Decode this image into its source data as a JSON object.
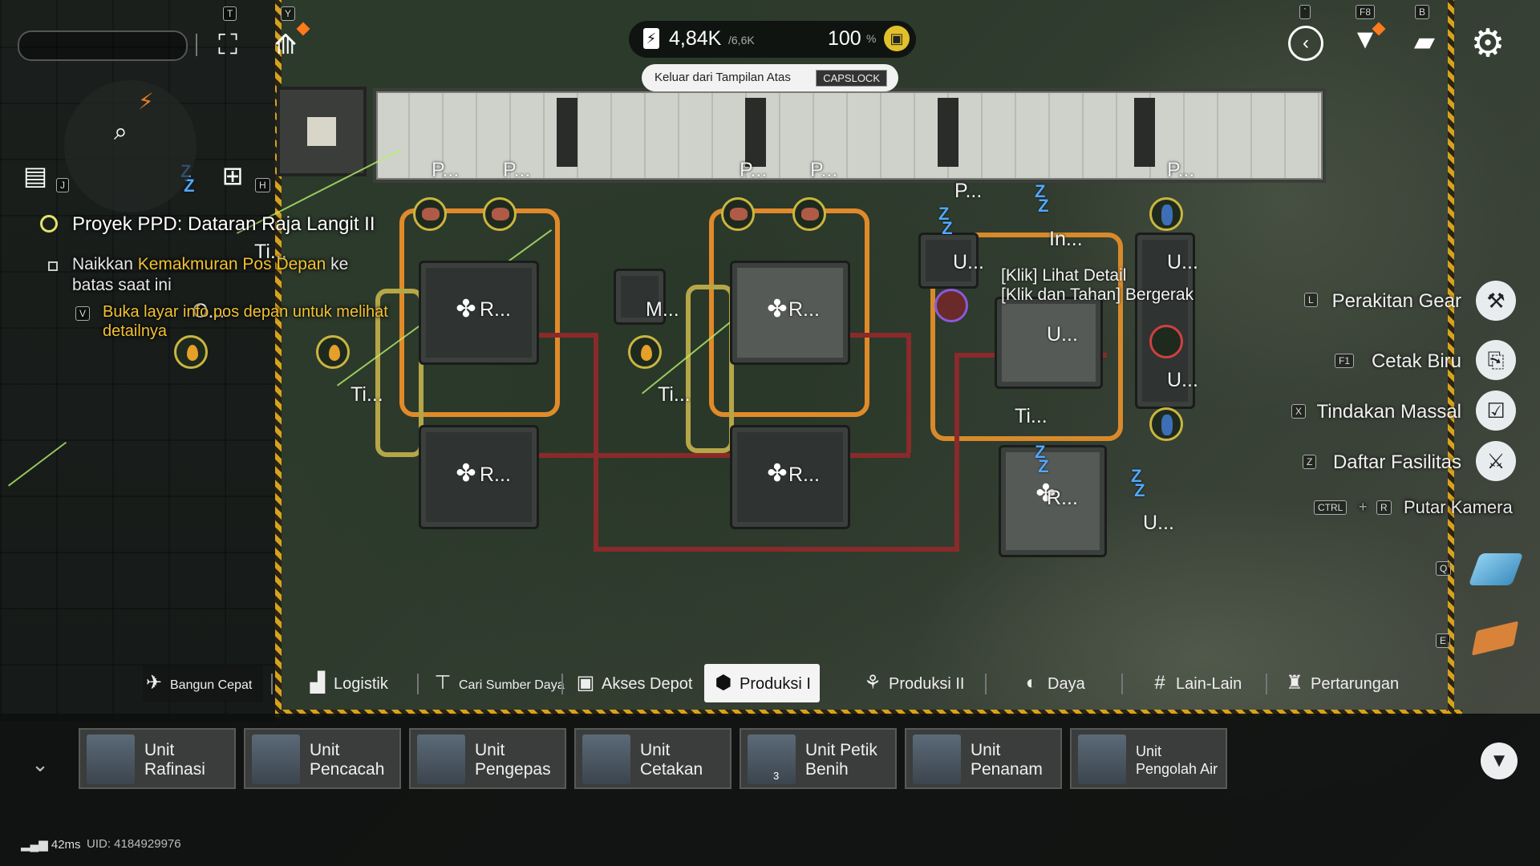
{
  "hud": {
    "power_value": "4,84K",
    "power_capacity": "/6,6K",
    "efficiency_value": "100",
    "efficiency_unit": "%",
    "toast_text": "Keluar dari Tampilan Atas",
    "toast_key": "CAPSLOCK",
    "key_tech": "T",
    "key_y": "Y",
    "key_j": "J",
    "key_h": "H",
    "key_backtick": "`",
    "key_f8": "F8",
    "key_b": "B",
    "key_q": "Q",
    "key_e": "E",
    "ping": "42ms",
    "uid": "UID: 4184929976"
  },
  "mission": {
    "title": "Proyek PPD: Dataran Raja Langit II",
    "objective_prefix": "Naikkan ",
    "objective_highlight": "Kemakmuran Pos Depan",
    "objective_suffix": " ke",
    "objective_line2": "batas saat ini",
    "hint_key": "V",
    "hint_line1": "Buka layar info pos depan untuk melihat",
    "hint_line2": "detailnya",
    "accent_color": "#f2c230"
  },
  "map_labels": {
    "p": "P...",
    "r": "R...",
    "m": "M...",
    "ti": "Ti...",
    "u": "U...",
    "in": "In...",
    "t": "Ti...",
    "o": "O...",
    "tooltip_1": "[Klik] Lihat Detail",
    "tooltip_2": "[Klik dan Tahan] Bergerak"
  },
  "side_menu": [
    {
      "key": "L",
      "label": "Perakitan Gear",
      "icon": "gear-assembly-icon"
    },
    {
      "key": "F1",
      "label": "Cetak Biru",
      "icon": "blueprint-icon"
    },
    {
      "key": "X",
      "label": "Tindakan Massal",
      "icon": "batch-action-icon"
    },
    {
      "key": "Z",
      "label": "Daftar Fasilitas",
      "icon": "facility-list-icon"
    }
  ],
  "rotate": {
    "key1": "CTRL",
    "plus": "+",
    "key2": "R",
    "label": "Putar Kamera"
  },
  "categories": [
    {
      "label": "Bangun Cepat",
      "icon": "quick-build-icon"
    },
    {
      "label": "Logistik",
      "icon": "logistics-icon"
    },
    {
      "label": "Cari Sumber Daya",
      "icon": "resource-icon"
    },
    {
      "label": "Akses Depot",
      "icon": "depot-icon"
    },
    {
      "label": "Produksi I",
      "icon": "production-icon",
      "selected": true
    },
    {
      "label": "Produksi II",
      "icon": "production2-icon"
    },
    {
      "label": "Daya",
      "icon": "power-icon"
    },
    {
      "label": "Lain-Lain",
      "icon": "misc-icon"
    },
    {
      "label": "Pertarungan",
      "icon": "combat-icon"
    }
  ],
  "units": [
    {
      "line1": "Unit",
      "line2": "Rafinasi"
    },
    {
      "line1": "Unit",
      "line2": "Pencacah"
    },
    {
      "line1": "Unit",
      "line2": "Pengepas"
    },
    {
      "line1": "Unit",
      "line2": "Cetakan"
    },
    {
      "line1": "Unit Petik",
      "line2": "Benih",
      "badge": "3"
    },
    {
      "line1": "Unit",
      "line2": "Penanam"
    },
    {
      "line1": "Unit",
      "line2": "Pengolah Air"
    }
  ],
  "colors": {
    "hazard": "#d7a21c",
    "pipe_orange": "#e08a2a",
    "pipe_red": "#8a2a2a",
    "alert_orange": "#ff7a1a",
    "sleep_blue": "#52a8ff"
  }
}
